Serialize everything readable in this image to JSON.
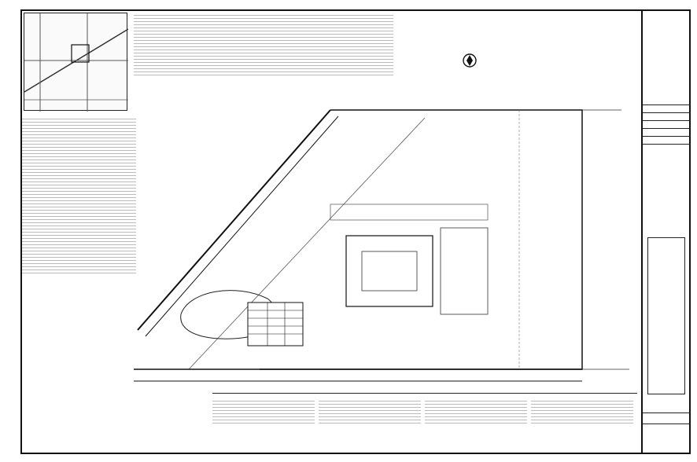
{
  "drawing": {
    "notes_lines": 24,
    "description_lines": 20,
    "legend_columns": 4,
    "legend_rows": 8
  },
  "title_block": {
    "rows": 8
  }
}
